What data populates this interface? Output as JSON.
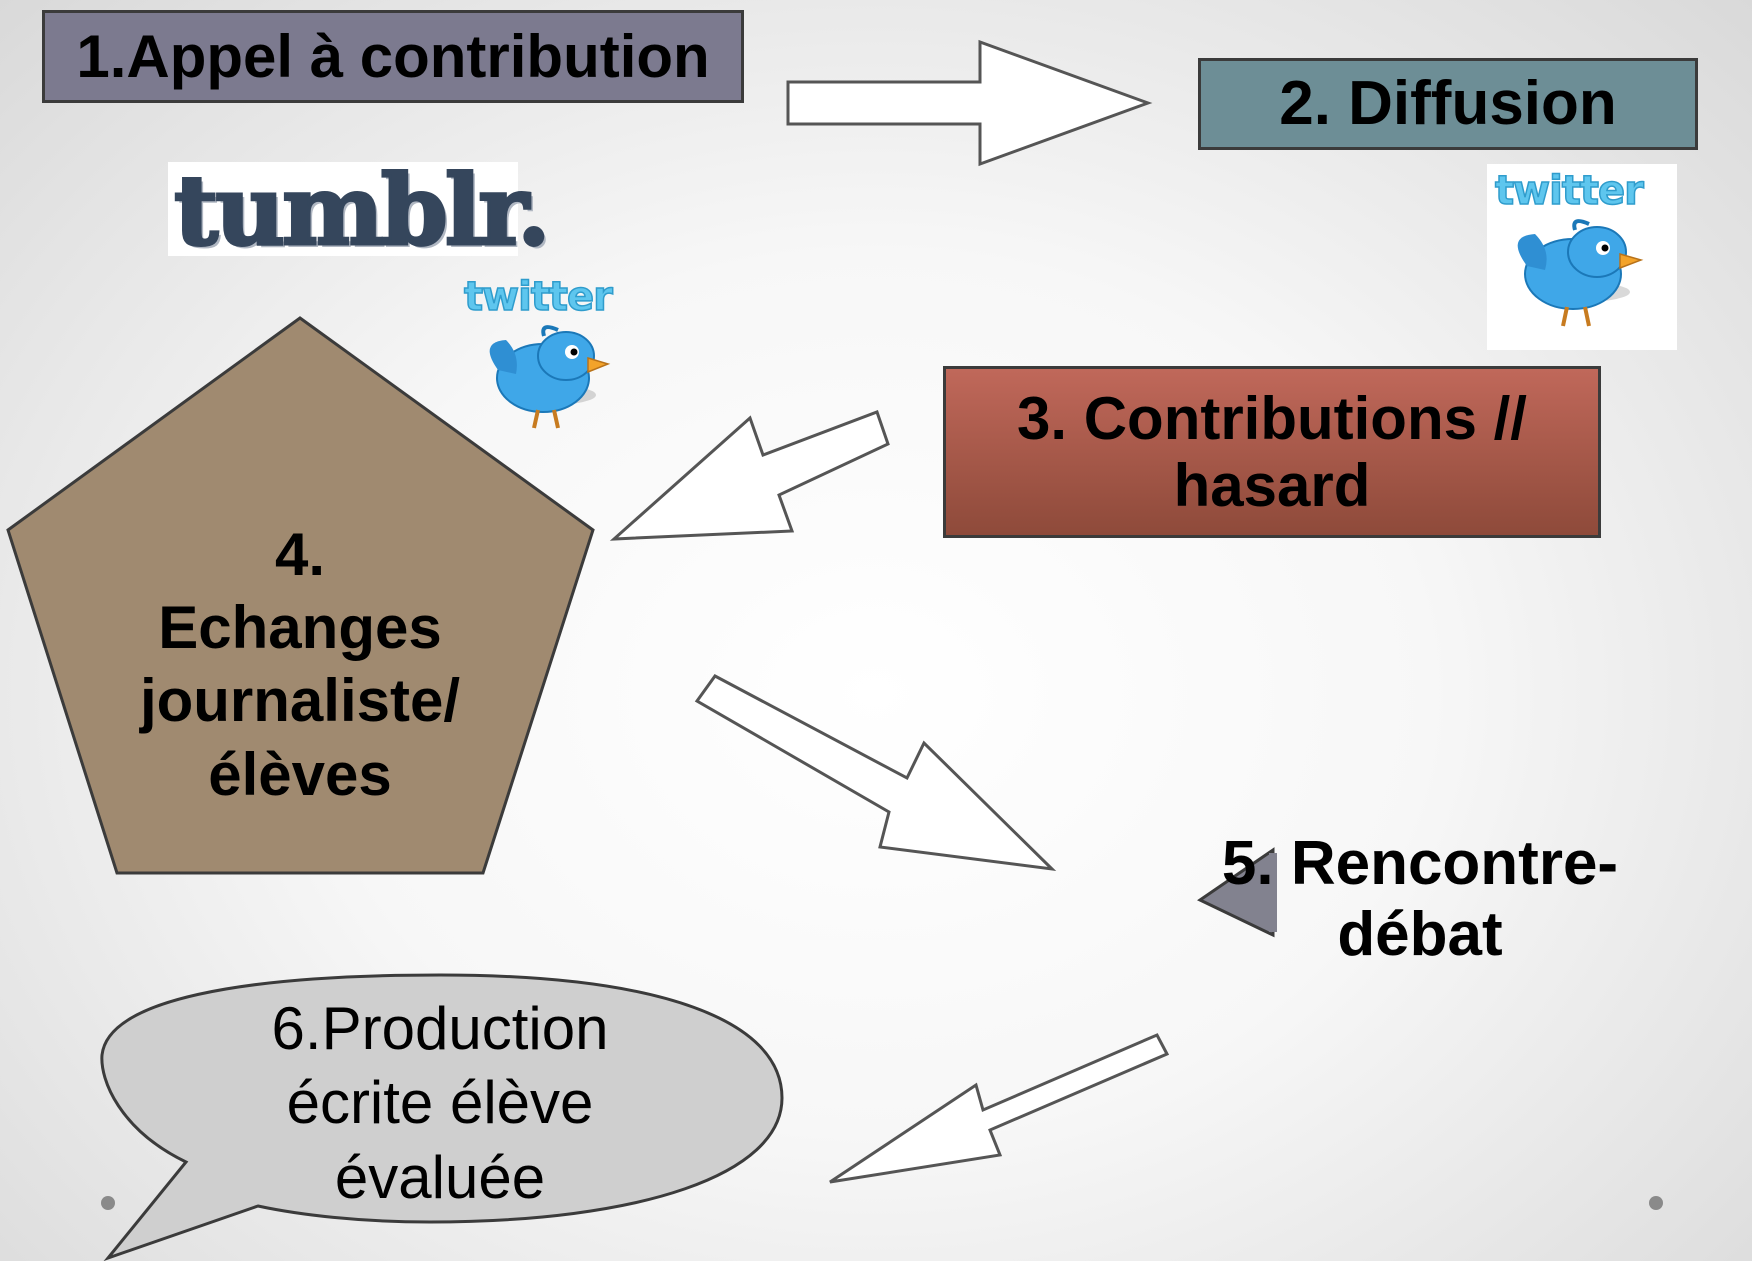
{
  "steps": {
    "step1": "1.Appel à contribution",
    "step2": "2. Diffusion",
    "step3": "3. Contributions // hasard",
    "step4_line1": "4.",
    "step4_line2": "Echanges",
    "step4_line3": "journaliste/",
    "step4_line4": "élèves",
    "step5_line1": "5. Rencontre-",
    "step5_line2": "débat",
    "step6_line1": "6.Production",
    "step6_line2": "écrite élève",
    "step6_line3": "évaluée"
  },
  "logos": {
    "tumblr": "tumblr.",
    "twitter_1": "twitter",
    "twitter_2": "twitter"
  },
  "colors": {
    "step1": "#7c7a8f",
    "step2": "#6d8e96",
    "step3": "#a85a4a",
    "step4": "#a08a70",
    "step5": "#82828f",
    "step6": "#cfcfcf",
    "twitter_blue": "#3fa7e8"
  }
}
